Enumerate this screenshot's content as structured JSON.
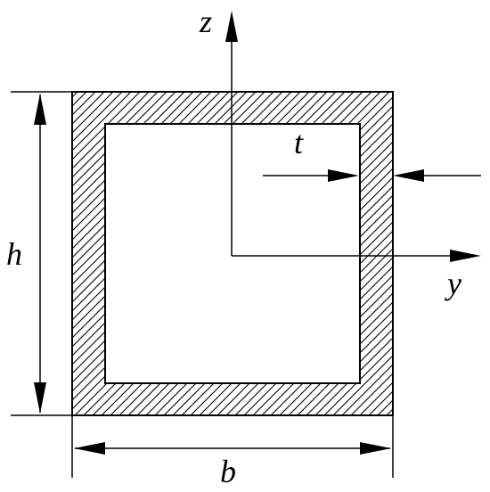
{
  "labels": {
    "z": "z",
    "y": "y",
    "t": "t",
    "h": "h",
    "b": "b"
  },
  "colors": {
    "stroke": "#000000",
    "background": "#ffffff"
  }
}
